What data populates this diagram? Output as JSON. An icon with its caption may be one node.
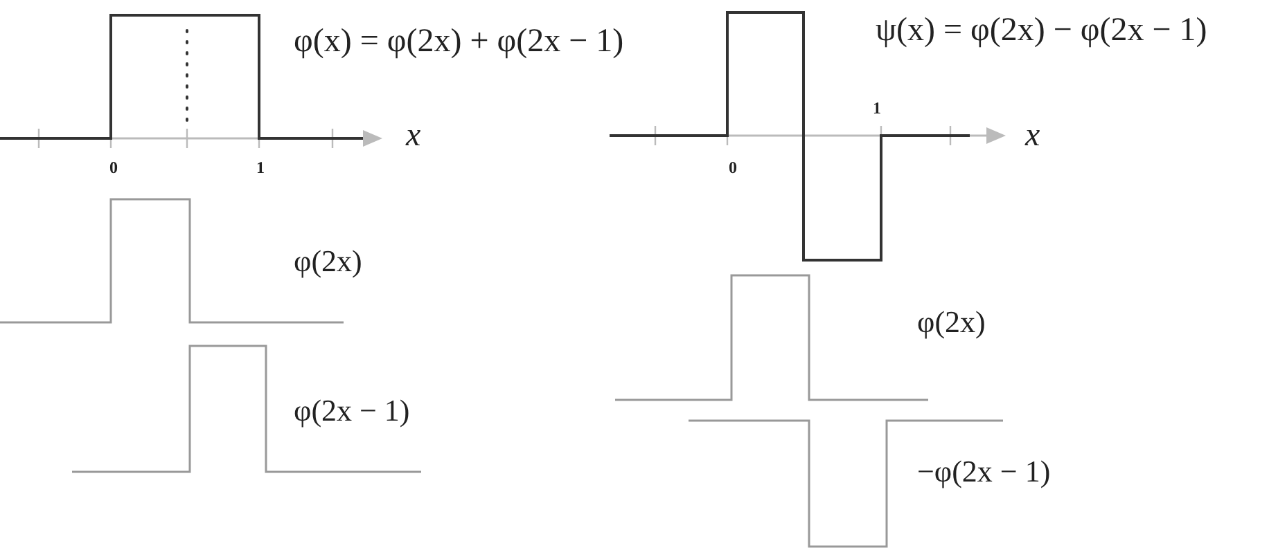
{
  "diagram": {
    "labels": [
      "φ(x) = φ(2x) + φ(2x − 1)",
      "ψ(x) = φ(2x) − φ(2x − 1)",
      "1",
      "x",
      "x",
      "0",
      "1",
      "0",
      "φ(2x)",
      "φ(2x)",
      "φ(2x − 1)",
      "−φ(2x − 1)"
    ]
  }
}
